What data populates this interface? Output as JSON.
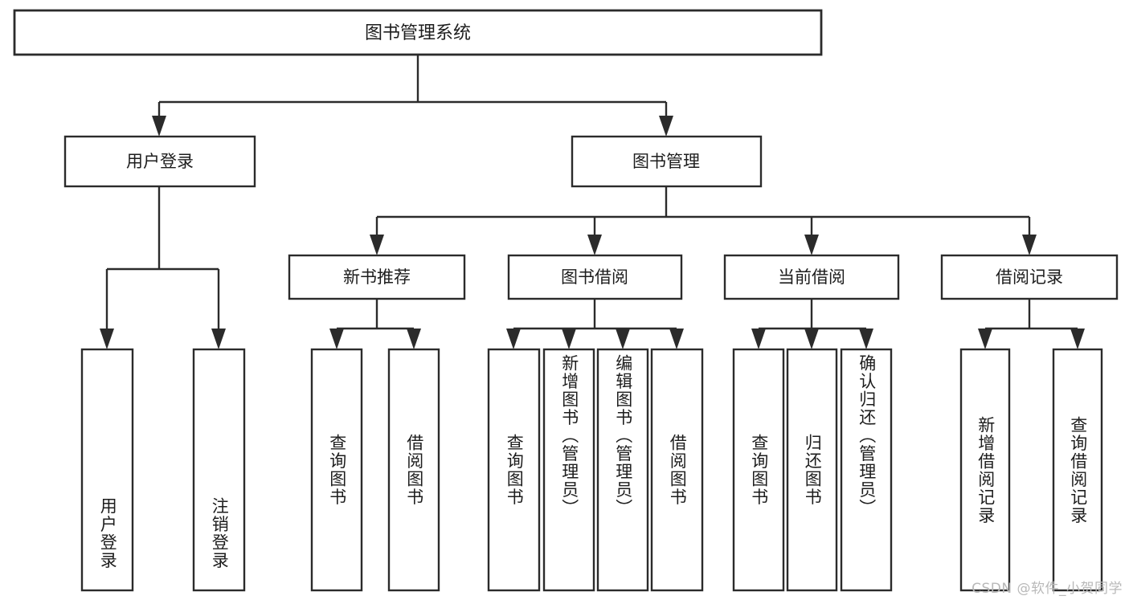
{
  "diagram": {
    "type": "tree-hierarchy",
    "title": "图书管理系统",
    "background_color": "#ffffff",
    "line_color": "#2b2b2b",
    "text_color": "#1d1d1d",
    "watermark": "CSDN @软件_小贺同学",
    "levels": {
      "root": {
        "label": "图书管理系统"
      },
      "level2": [
        {
          "label": "用户登录"
        },
        {
          "label": "图书管理"
        }
      ],
      "level3": [
        {
          "label": "新书推荐"
        },
        {
          "label": "图书借阅"
        },
        {
          "label": "当前借阅"
        },
        {
          "label": "借阅记录"
        }
      ],
      "leaves_user_login": [
        {
          "label": "用户登录"
        },
        {
          "label": "注销登录"
        }
      ],
      "leaves_new_book": [
        {
          "label": "查询图书"
        },
        {
          "label": "借阅图书"
        }
      ],
      "leaves_borrow": [
        {
          "label": "查询图书"
        },
        {
          "label": "新增图书（管理员）"
        },
        {
          "label": "编辑图书（管理员）"
        },
        {
          "label": "借阅图书"
        }
      ],
      "leaves_current": [
        {
          "label": "查询图书"
        },
        {
          "label": "归还图书"
        },
        {
          "label": "确认归还（管理员）"
        }
      ],
      "leaves_records": [
        {
          "label": "新增借阅记录"
        },
        {
          "label": "查询借阅记录"
        }
      ]
    }
  }
}
